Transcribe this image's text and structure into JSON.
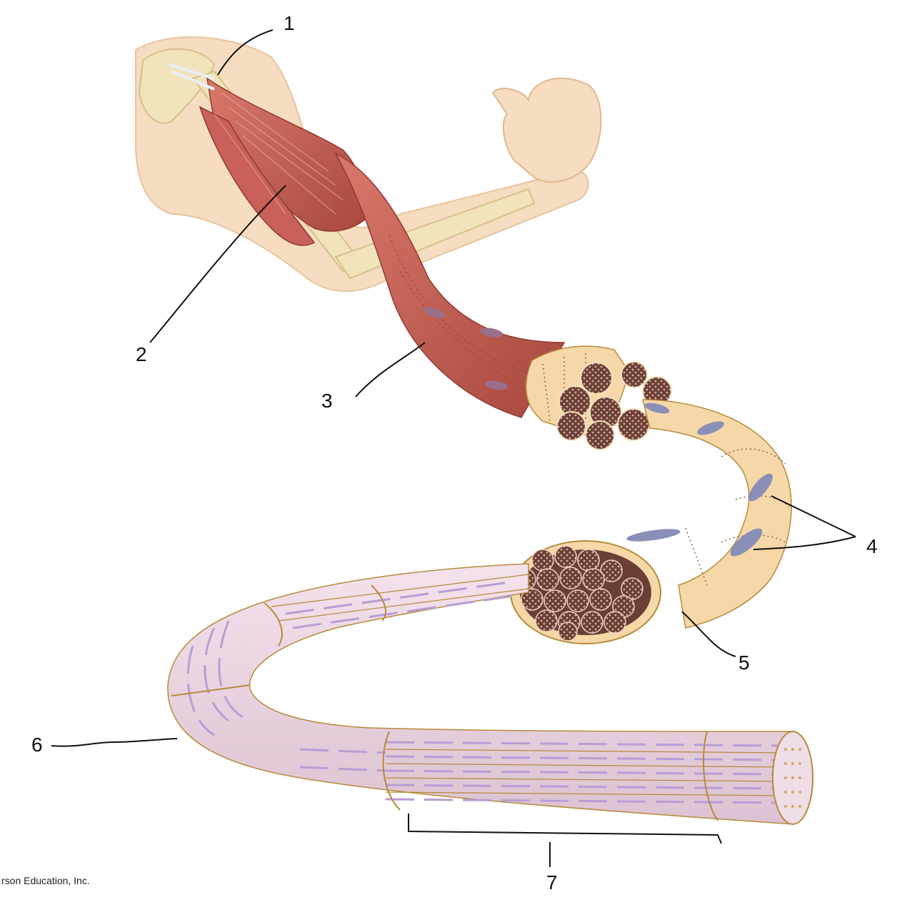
{
  "figure": {
    "labels": [
      "1",
      "2",
      "3",
      "4",
      "5",
      "6",
      "7"
    ],
    "credit": "rson Education, Inc."
  },
  "colors": {
    "skin": "#f6dcc0",
    "bone": "#f1e4bb",
    "muscle": "#c05a4c",
    "fascicle_sheath": "#f6d8a8",
    "fascicle_end": "#6b3f36",
    "fiber_body": "#ead2de",
    "fiber_stripe": "#b89dd6",
    "fiber_line": "#b68a3a",
    "nucleus": "#8a8fb8"
  }
}
